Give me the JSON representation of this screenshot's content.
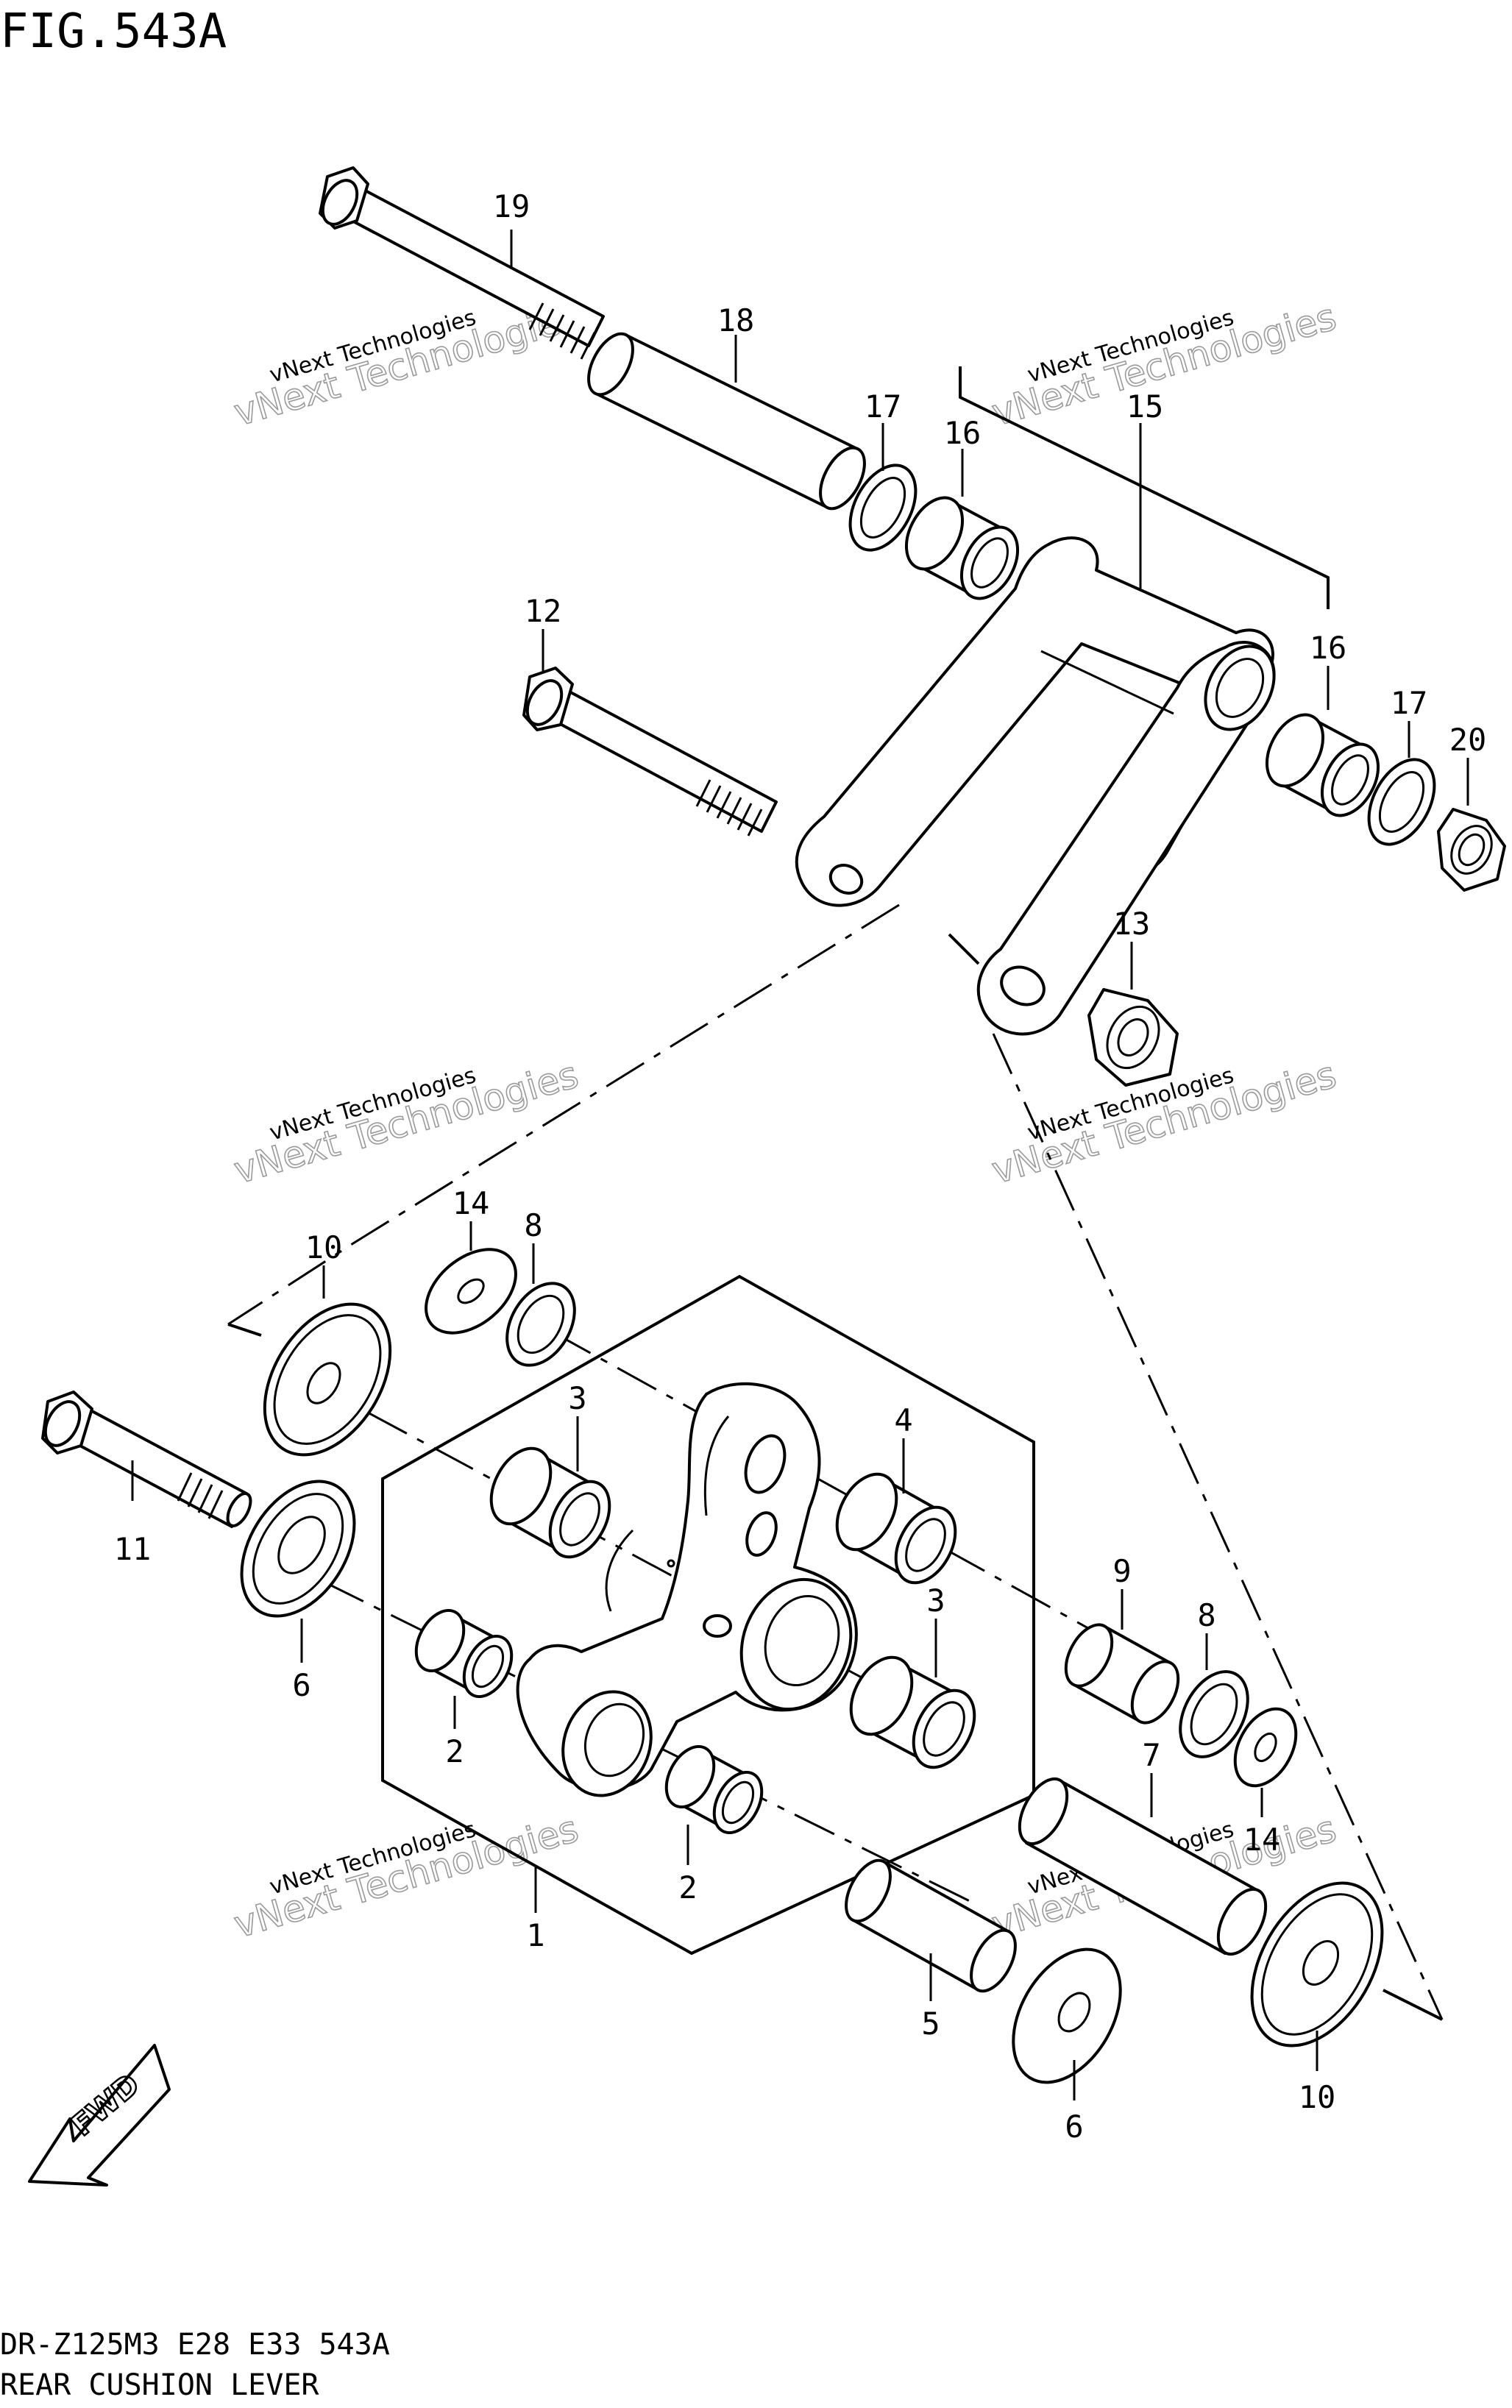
{
  "figure": {
    "title": "FIG.543A"
  },
  "footer": {
    "model_line": "DR-Z125M3 E28 E33 543A",
    "section_name": "REAR CUSHION LEVER"
  },
  "watermark": {
    "line1": "vNext Technologies",
    "line2": "vNext Technologies"
  },
  "fwd_label": "FWD",
  "callouts": {
    "p19": "19",
    "p18": "18",
    "p17a": "17",
    "p16a": "16",
    "p15": "15",
    "p12": "12",
    "p16b": "16",
    "p17b": "17",
    "p20": "20",
    "p13": "13",
    "p14a": "14",
    "p8a": "8",
    "p10a": "10",
    "p3a": "3",
    "p4": "4",
    "p11": "11",
    "p6a": "6",
    "p2a": "2",
    "p3b": "3",
    "p9": "9",
    "p8b": "8",
    "p7": "7",
    "p14b": "14",
    "p2b": "2",
    "p1": "1",
    "p5": "5",
    "p6b": "6",
    "p10b": "10"
  }
}
